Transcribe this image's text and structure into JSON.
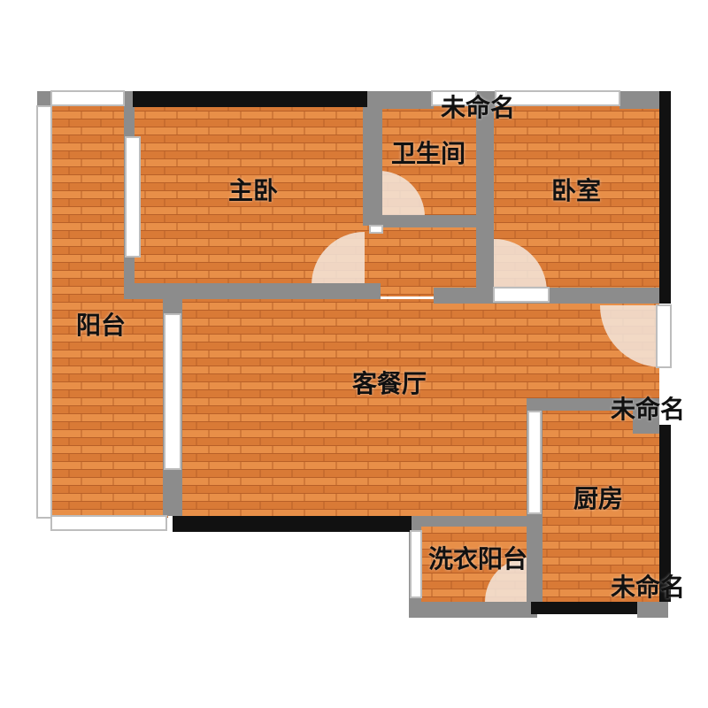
{
  "colors": {
    "floor_base": "#e0853c",
    "floor_plank_light": "#ee9d58",
    "floor_plank_dark": "#cf7130",
    "wall_gray": "#8c8c8c",
    "wall_black": "#111111",
    "window_frame": "#cfcfcf",
    "door_swing": "#f3e6dc"
  },
  "rooms": [
    {
      "id": "master-bedroom",
      "label": "主卧"
    },
    {
      "id": "bathroom",
      "label": "卫生间"
    },
    {
      "id": "bedroom",
      "label": "卧室"
    },
    {
      "id": "balcony",
      "label": "阳台"
    },
    {
      "id": "living-dining",
      "label": "客餐厅"
    },
    {
      "id": "kitchen",
      "label": "厨房"
    },
    {
      "id": "laundry-balcony",
      "label": "洗衣阳台"
    },
    {
      "id": "unnamed-top",
      "label": "未命名"
    },
    {
      "id": "unnamed-right",
      "label": "未命名"
    },
    {
      "id": "unnamed-bottom",
      "label": "未命名"
    }
  ]
}
